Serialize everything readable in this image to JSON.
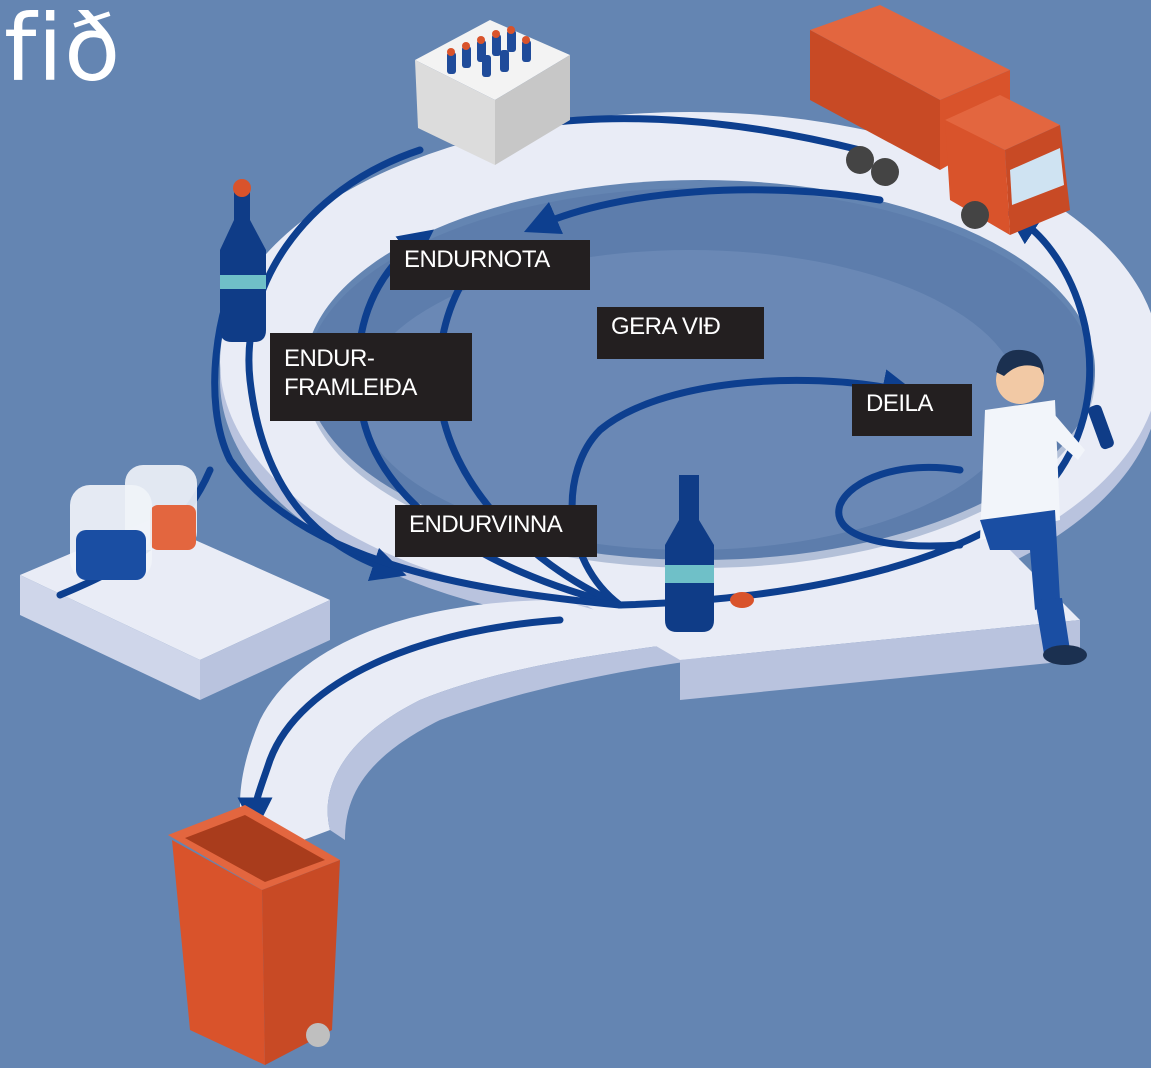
{
  "title": "fið",
  "labels": {
    "endurnota": "ENDURNOTA",
    "endurframleida": "ENDUR-\nFRAMLEIÐA",
    "gera_vid": "GERA VIÐ",
    "deila": "DEILA",
    "endurvinna": "ENDURVINNA"
  },
  "colors": {
    "background": "#6485b2",
    "track": "#e6eaf5",
    "track_side": "#b9c3de",
    "arrow": "#0d3f8f",
    "label_bg": "#231f20",
    "accent_orange": "#d9532b"
  },
  "icons": [
    "bottle-crate-icon",
    "truck-icon",
    "bottle-icon",
    "jars-icon",
    "person-icon",
    "waste-bin-icon",
    "bottle-cap-icon"
  ]
}
